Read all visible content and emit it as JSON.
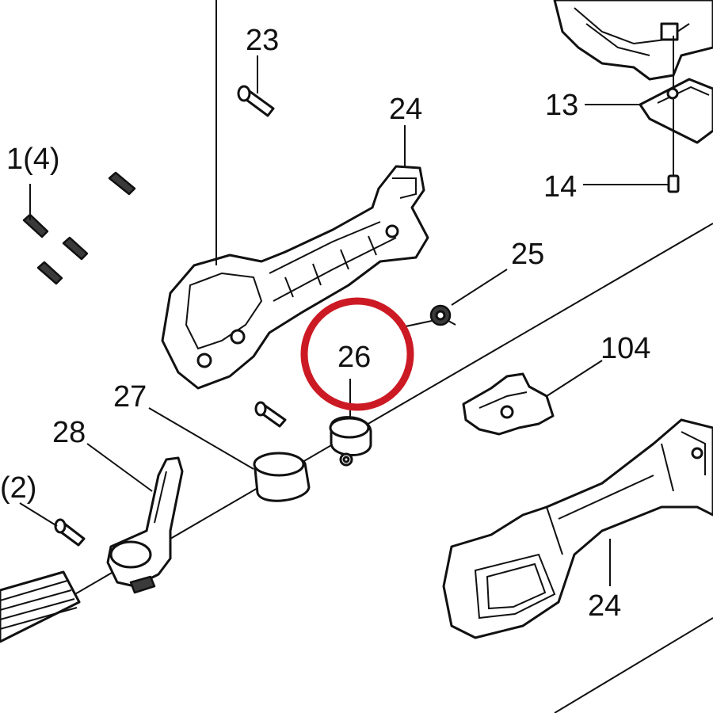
{
  "callouts": {
    "c23": "23",
    "c24_top": "24",
    "c13": "13",
    "c14": "14",
    "c1": "1(4)",
    "c25": "25",
    "c26": "26",
    "c104": "104",
    "c27": "27",
    "c28": "28",
    "c2": "(2)",
    "c24_bottom": "24"
  },
  "highlight": {
    "part": "26",
    "color": "#cc1a24"
  }
}
